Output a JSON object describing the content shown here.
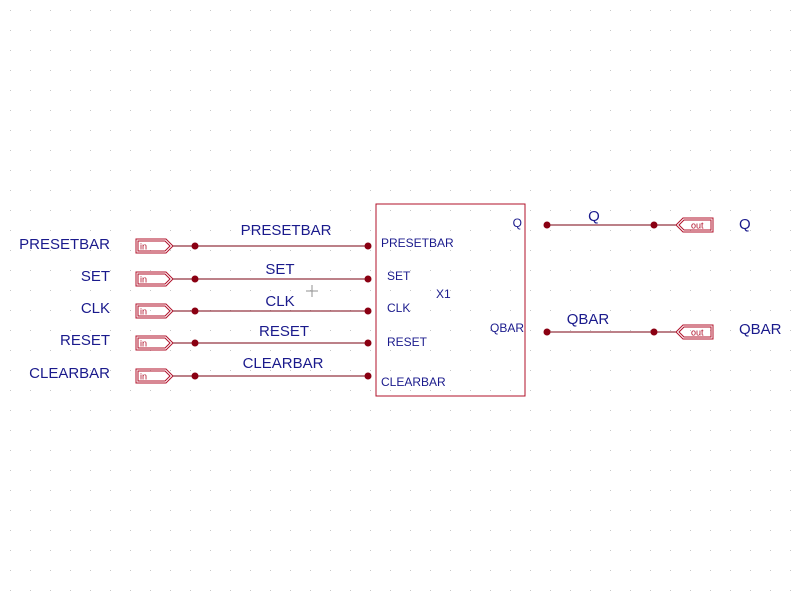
{
  "schematic": {
    "part_ref": "X1",
    "input_ports": [
      {
        "name": "PRESETBAR",
        "tag": "in",
        "wire_label": "PRESETBAR",
        "pin_label": "PRESETBAR"
      },
      {
        "name": "SET",
        "tag": "in",
        "wire_label": "SET",
        "pin_label": "SET"
      },
      {
        "name": "CLK",
        "tag": "in",
        "wire_label": "CLK",
        "pin_label": "CLK"
      },
      {
        "name": "RESET",
        "tag": "in",
        "wire_label": "RESET",
        "pin_label": "RESET"
      },
      {
        "name": "CLEARBAR",
        "tag": "in",
        "wire_label": "CLEARBAR",
        "pin_label": "CLEARBAR"
      }
    ],
    "output_ports": [
      {
        "name": "Q",
        "tag": "out",
        "wire_label": "Q",
        "pin_label": "Q"
      },
      {
        "name": "QBAR",
        "tag": "out",
        "wire_label": "QBAR",
        "pin_label": "QBAR"
      }
    ],
    "colors": {
      "wire": "#7a0010",
      "junction": "#8a0012",
      "port": "#b0102a",
      "label": "#1a1a8c",
      "part": "#b0102a",
      "grid": "#c8c8c8",
      "cursor": "#909090"
    }
  }
}
